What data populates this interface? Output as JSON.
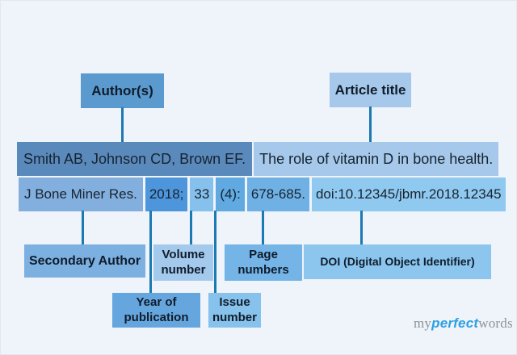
{
  "page": {
    "background": "#eff3fa",
    "connector_color": "#1b79b3"
  },
  "top_labels": {
    "author": {
      "text": "Author(s)",
      "bg": "#5b9ace"
    },
    "article": {
      "text": "Article title",
      "bg": "#a6c8ea"
    }
  },
  "citation": {
    "line1": {
      "segments": [
        {
          "name": "authors",
          "text": "Smith AB, Johnson CD, Brown EF.",
          "bg": "#5a8abc"
        },
        {
          "name": "article-title",
          "text": "The role of vitamin D in bone health.",
          "bg": "#a6c8ea"
        }
      ]
    },
    "line2": {
      "segments": [
        {
          "name": "journal",
          "text": "J Bone Miner Res.",
          "bg": "#83afdf"
        },
        {
          "name": "year",
          "text": "2018;",
          "bg": "#4e96dc"
        },
        {
          "name": "volume",
          "text": "33",
          "bg": "#85c1ec"
        },
        {
          "name": "issue",
          "text": "(4):",
          "bg": "#61a9e1"
        },
        {
          "name": "pages",
          "text": "678-685.",
          "bg": "#6fb1e5"
        },
        {
          "name": "doi",
          "text": "doi:10.12345/jbmr.2018.12345",
          "bg": "#90c9f0"
        }
      ]
    }
  },
  "bottom_labels": {
    "secondary_author": {
      "text": "Secondary Author",
      "bg": "#7cb0e1"
    },
    "volume_number": {
      "text": "Volume\nnumber",
      "bg": "#a3c9ed"
    },
    "page_numbers": {
      "text": "Page\nnumbers",
      "bg": "#74b4e6"
    },
    "doi": {
      "text": "DOI (Digital Object Identifier)",
      "bg": "#8cc6ee"
    },
    "year_of_publication": {
      "text": "Year of\npublication",
      "bg": "#66a6de"
    },
    "issue_number": {
      "text": "Issue\nnumber",
      "bg": "#86c2ec"
    }
  },
  "logo": {
    "part1": "my",
    "part2": "perfect",
    "part3": "words",
    "accent_color": "#2da0e2",
    "gray_color": "#8d949c"
  }
}
